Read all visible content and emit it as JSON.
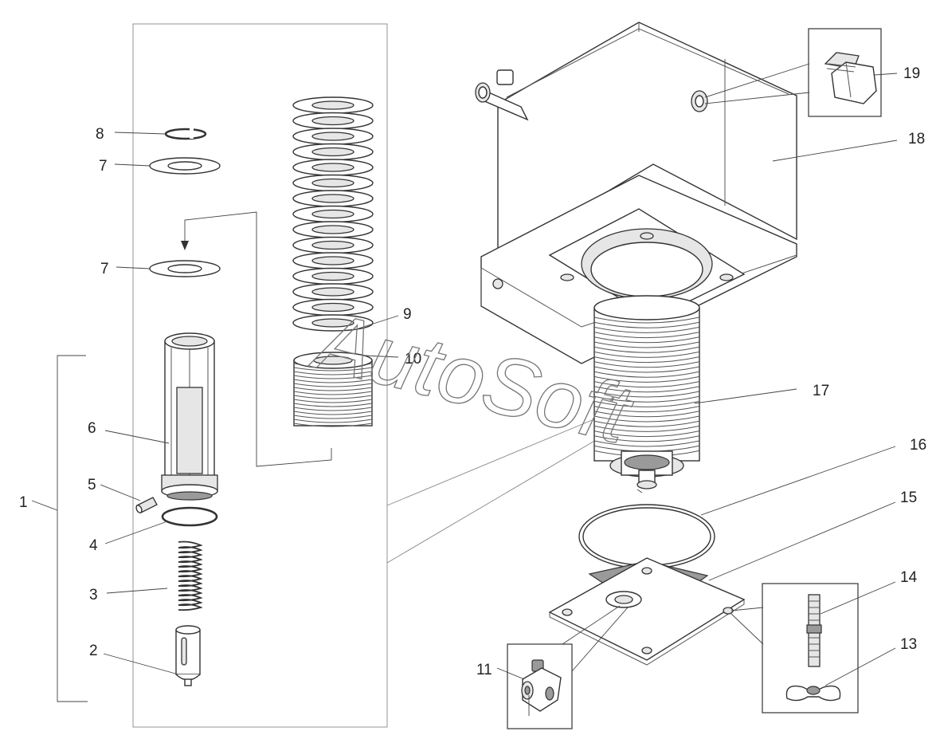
{
  "watermark": "AutoSoft",
  "callouts": [
    {
      "id": "1",
      "text": "1"
    },
    {
      "id": "2",
      "text": "2"
    },
    {
      "id": "3",
      "text": "3"
    },
    {
      "id": "4",
      "text": "4"
    },
    {
      "id": "5",
      "text": "5"
    },
    {
      "id": "6",
      "text": "6"
    },
    {
      "id": "7a",
      "text": "7"
    },
    {
      "id": "7b",
      "text": "7"
    },
    {
      "id": "8",
      "text": "8"
    },
    {
      "id": "9",
      "text": "9"
    },
    {
      "id": "10",
      "text": "10"
    },
    {
      "id": "11",
      "text": "11"
    },
    {
      "id": "13",
      "text": "13"
    },
    {
      "id": "14",
      "text": "14"
    },
    {
      "id": "15",
      "text": "15"
    },
    {
      "id": "16",
      "text": "16"
    },
    {
      "id": "17",
      "text": "17"
    },
    {
      "id": "18",
      "text": "18"
    },
    {
      "id": "19",
      "text": "19"
    }
  ]
}
